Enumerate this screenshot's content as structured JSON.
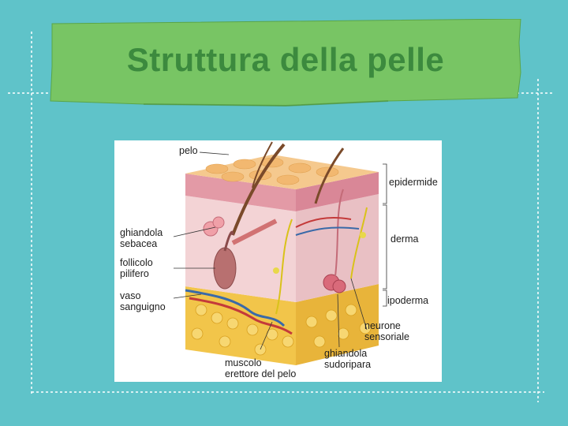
{
  "slide": {
    "title": "Struttura della pelle",
    "colors": {
      "background": "#5fc3c9",
      "banner": "#78c564",
      "title": "#3c8a3e"
    }
  },
  "diagram": {
    "labels": {
      "pelo": "pelo",
      "epidermide": "epidermide",
      "ghiandola_sebacea": "ghiandola\nsebacea",
      "derma": "derma",
      "follicolo_pilifero": "follicolo\npilifero",
      "ipoderma": "ipoderma",
      "vaso_sanguigno": "vaso\nsanguigno",
      "neurone_sensoriale": "neurone\nsensoriale",
      "ghiandola_sudoripara": "ghiandola\nsudoripara",
      "muscolo_erettore": "muscolo\nerettore del pelo"
    }
  }
}
